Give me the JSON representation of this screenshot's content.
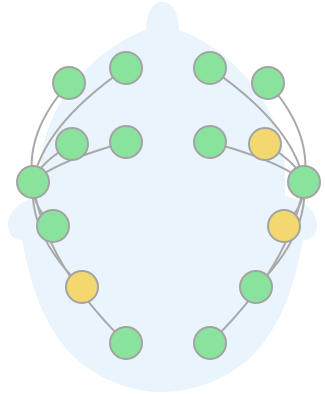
{
  "diagram": {
    "colors": {
      "head": "#eaf4fd",
      "edge": "#a9a9a9",
      "node_default": "#8ae39c",
      "node_highlight": "#f2d86e",
      "node_stroke": "#a3a3a3"
    },
    "nodes": [
      {
        "id": "L1",
        "state": "default"
      },
      {
        "id": "L2",
        "state": "default"
      },
      {
        "id": "L3",
        "state": "default"
      },
      {
        "id": "L4",
        "state": "default"
      },
      {
        "id": "L5",
        "state": "default"
      },
      {
        "id": "L6",
        "state": "default"
      },
      {
        "id": "L7",
        "state": "highlight"
      },
      {
        "id": "L8",
        "state": "default"
      },
      {
        "id": "R1",
        "state": "default"
      },
      {
        "id": "R2",
        "state": "default"
      },
      {
        "id": "R3",
        "state": "default"
      },
      {
        "id": "R4",
        "state": "highlight"
      },
      {
        "id": "R5",
        "state": "default"
      },
      {
        "id": "R6",
        "state": "highlight"
      },
      {
        "id": "R7",
        "state": "default"
      },
      {
        "id": "R8",
        "state": "default"
      }
    ],
    "edges": [
      [
        "L5",
        "L1"
      ],
      [
        "L5",
        "L2"
      ],
      [
        "L5",
        "L3"
      ],
      [
        "L5",
        "L4"
      ],
      [
        "L5",
        "L6"
      ],
      [
        "L5",
        "L7"
      ],
      [
        "L5",
        "L8"
      ],
      [
        "R5",
        "R1"
      ],
      [
        "R5",
        "R2"
      ],
      [
        "R5",
        "R3"
      ],
      [
        "R5",
        "R4"
      ],
      [
        "R5",
        "R6"
      ],
      [
        "R5",
        "R7"
      ],
      [
        "R5",
        "R8"
      ]
    ]
  }
}
